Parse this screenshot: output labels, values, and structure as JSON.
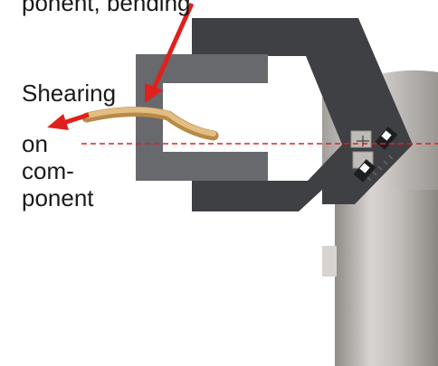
{
  "diagram": {
    "top_caption": "ponent, bending",
    "shearing_label": "Shearing",
    "component_label_lines": [
      "on",
      "com-",
      "ponent"
    ],
    "colors": {
      "arrow_red": "#e0201c",
      "dashed_line": "#e0201c",
      "clamp_dark": "#3e3f43",
      "clamp_medium": "#66686c",
      "cylinder_light": "#c9c5c1",
      "cylinder_dark": "#8d8985",
      "wire_tan": "#d6ab6a"
    }
  }
}
